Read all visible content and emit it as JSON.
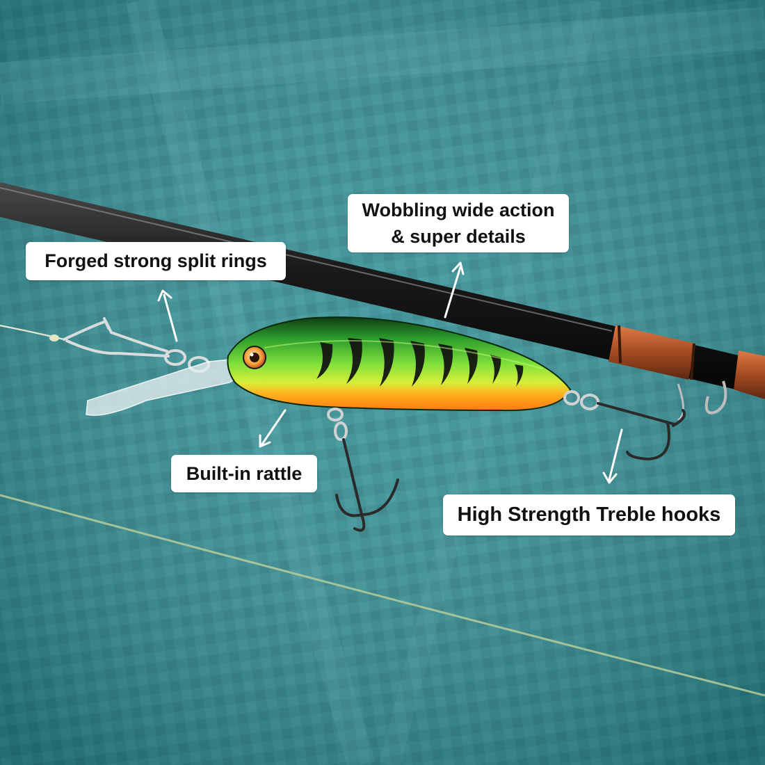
{
  "callouts": {
    "wobble_line1": "Wobbling wide action",
    "wobble_line2": "& super details",
    "rings": "Forged strong split rings",
    "rattle": "Built-in rattle",
    "hooks": "High Strength Treble hooks"
  },
  "colors": {
    "background": "#2f8a90",
    "lure_back": "#1f9e2e",
    "lure_belly": "#ff8a1c",
    "rod": "#141414",
    "rod_wrap": "#b5532a"
  }
}
